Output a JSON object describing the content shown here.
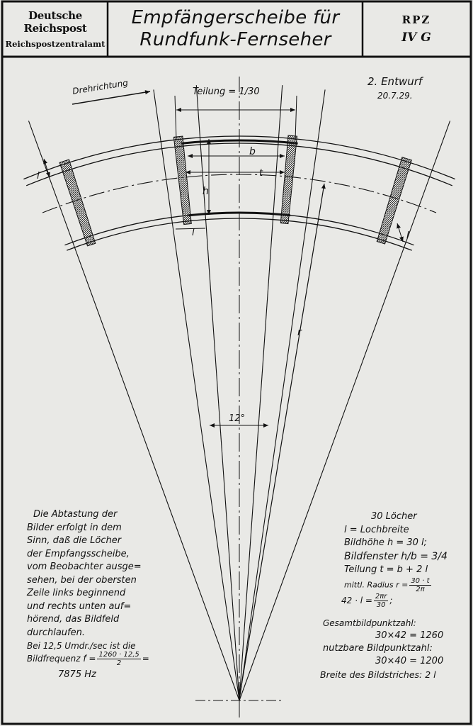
{
  "header": {
    "org_line1": "Deutsche Reichspost",
    "org_line2": "Reichspostzentralamt",
    "title_line1": "Empfängerscheibe für",
    "title_line2": "Rundfunk-Fernseher",
    "code_line1": "RPZ",
    "code_line2": "IV G"
  },
  "revision": {
    "label": "2. Entwurf",
    "date": "20.7.29."
  },
  "diagram": {
    "rotation_label": "Drehrichtung",
    "pitch_label": "Teilung = 1/30",
    "width_label": "b",
    "pitch_arc_label": "t",
    "height_label": "h",
    "hole_label": "l",
    "radius_label": "r",
    "angle_label": "12°"
  },
  "description": {
    "lines": [
      "Die Abtastung der",
      "Bilder erfolgt in dem",
      "Sinn, daß die Löcher",
      "der Empfangsscheibe,",
      "vom Beobachter ausge=",
      "sehen, bei der obersten",
      "Zeile links beginnend",
      "und rechts unten auf=",
      "hörend, das Bildfeld",
      "durchlaufen."
    ],
    "freq_line": "Bei 12,5 Umdr./sec ist die",
    "freq_prefix": "Bildfrequenz f =",
    "freq_num": "1260 · 12,5",
    "freq_den": "2",
    "freq_result": "7875 Hz"
  },
  "specs": {
    "holes": "30 Löcher",
    "hole_width": "l = Lochbreite",
    "image_height": "Bildhöhe h = 30 l;",
    "window": "Bildfenster h/b = 3/4",
    "pitch": "Teilung t = b + 2 l",
    "radius_prefix": "mittl. Radius r =",
    "radius_num": "30 · t",
    "radius_den": "2π",
    "relation_prefix": "42 · l =",
    "relation_num": "2πr",
    "relation_den": "30",
    "total_points_label": "Gesamtbildpunktzahl:",
    "total_points_value": "30×42 = 1260",
    "usable_points_label": "nutzbare Bildpunktzahl:",
    "usable_points_value": "30×40 = 1200",
    "stroke_width": "Breite des Bildstriches: 2 l"
  }
}
